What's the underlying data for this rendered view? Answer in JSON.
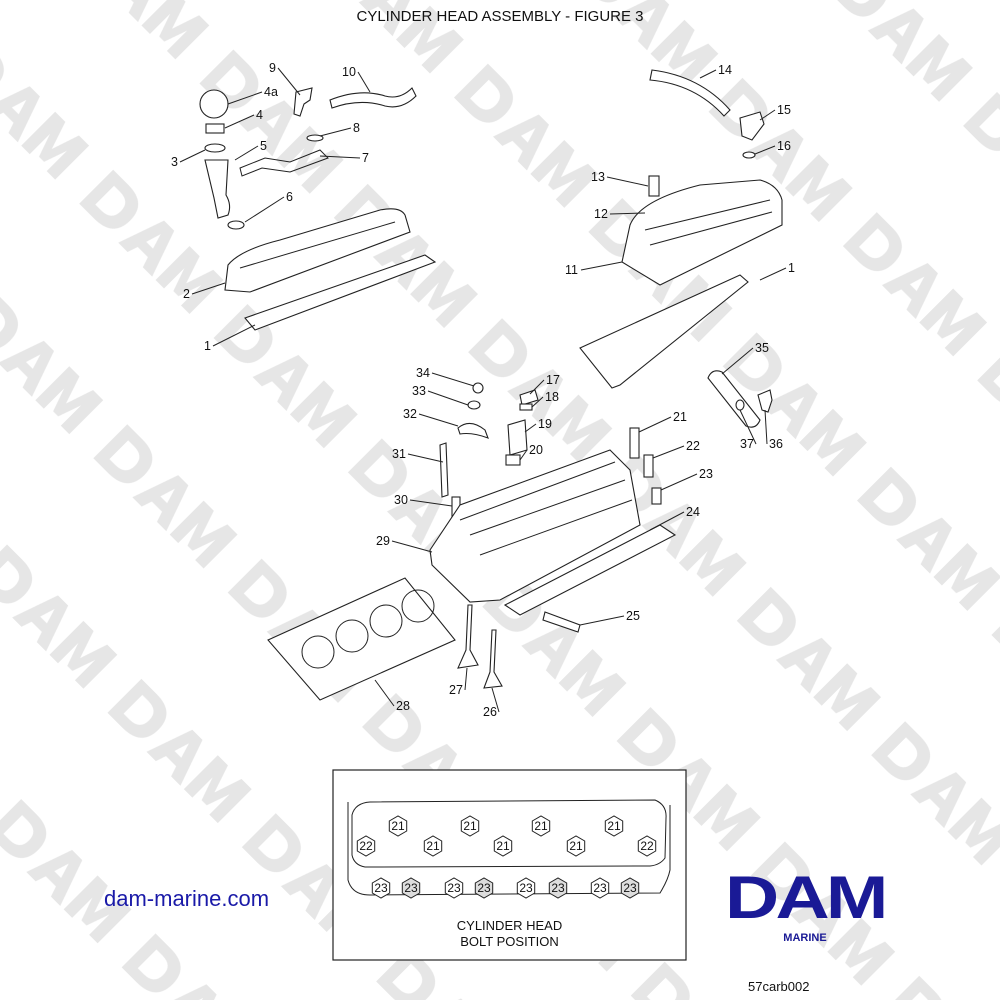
{
  "title": "CYLINDER HEAD ASSEMBLY - FIGURE 3",
  "watermark": "DAM",
  "website": "dam-marine.com",
  "logo": {
    "name": "DAM",
    "subtitle": "MARINE",
    "color": "#1a1a96"
  },
  "figure_code": "57carb002",
  "callouts": [
    "4a",
    "9",
    "10",
    "4",
    "8",
    "5",
    "3",
    "7",
    "6",
    "2",
    "1",
    "14",
    "15",
    "16",
    "13",
    "12",
    "11",
    "1",
    "35",
    "34",
    "33",
    "17",
    "18",
    "32",
    "19",
    "21",
    "20",
    "22",
    "37",
    "36",
    "31",
    "23",
    "30",
    "24",
    "29",
    "25",
    "28",
    "27",
    "26"
  ],
  "inset": {
    "caption_line1": "CYLINDER HEAD",
    "caption_line2": "BOLT POSITION",
    "bolts_top": [
      "21",
      "21",
      "21",
      "21"
    ],
    "bolts_mid": [
      "22",
      "21",
      "21",
      "21",
      "22"
    ],
    "bolts_bottom": [
      "23",
      "23",
      "23",
      "23",
      "23",
      "23",
      "23",
      "23"
    ]
  }
}
